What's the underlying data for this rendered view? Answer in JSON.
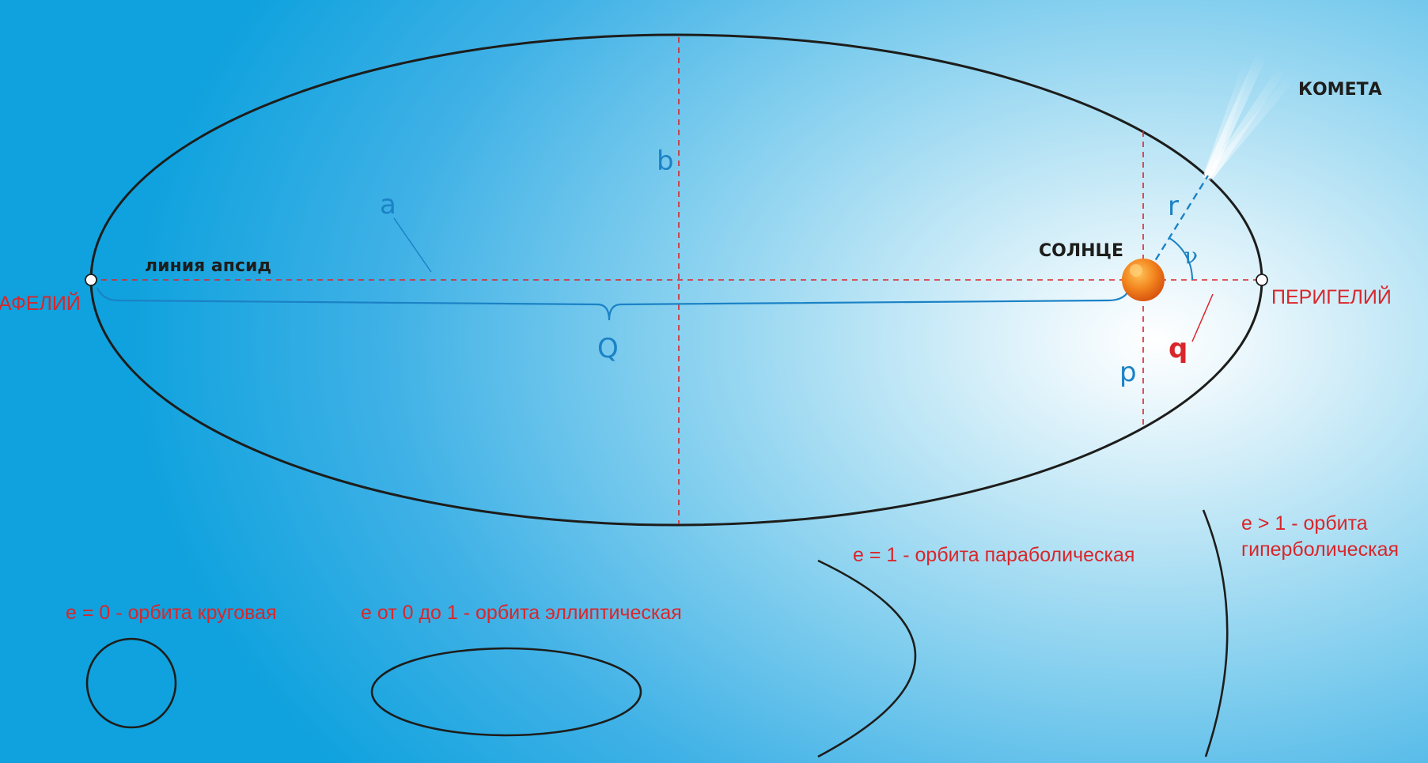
{
  "orbit_diagram": {
    "labels": {
      "aphelion": "АФЕЛИЙ",
      "perihelion": "ПЕРИГЕЛИЙ",
      "line_of_apsides": "линия апсид",
      "sun": "СОЛНЦЕ",
      "comet": "КОМЕТА",
      "semi_major_axis": "a",
      "semi_minor_axis": "b",
      "aphelion_distance": "Q",
      "perihelion_distance": "q",
      "semi_latus_rectum": "p",
      "radius_vector": "r",
      "true_anomaly": "ν"
    },
    "colors": {
      "background_dark": "#0fa2de",
      "background_light": "#ffffff",
      "orbit_line": "#1d1d1b",
      "dashed_guides": "#d9262b",
      "measure_lines": "#1b82c5",
      "sun": "#f07e1b"
    }
  },
  "orbit_types": [
    {
      "caption": "e = 0 - орбита круговая",
      "shape": "circle"
    },
    {
      "caption": "е от 0 до 1 - орбита эллиптическая",
      "shape": "ellipse"
    },
    {
      "caption": "е = 1 - орбита параболическая",
      "shape": "parabola"
    },
    {
      "caption_line1": "е > 1 - орбита",
      "caption_line2": "гиперболическая",
      "shape": "hyperbola"
    }
  ]
}
